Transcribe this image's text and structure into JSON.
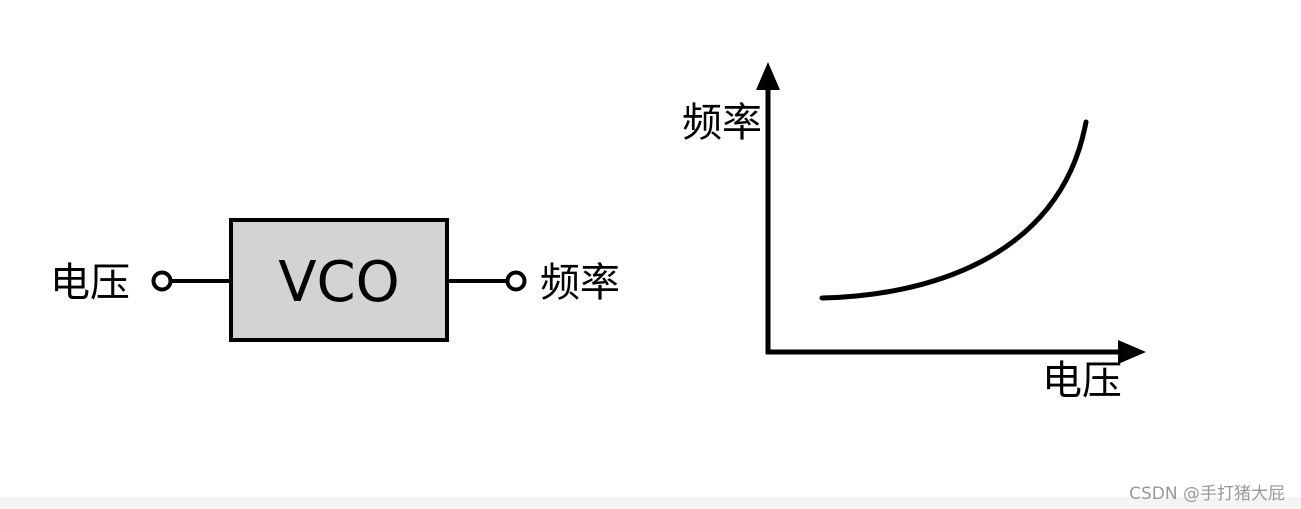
{
  "vco_block": {
    "input_label": "电压",
    "box_label": "VCO",
    "output_label": "频率",
    "box_fill": "#d3d3d3",
    "line_color": "#000000"
  },
  "curve_plot": {
    "y_axis_label": "频率",
    "x_axis_label": "电压",
    "curve_shape": "increasing, convex (exponential-like)"
  },
  "watermark": "CSDN @手打猪大屁"
}
